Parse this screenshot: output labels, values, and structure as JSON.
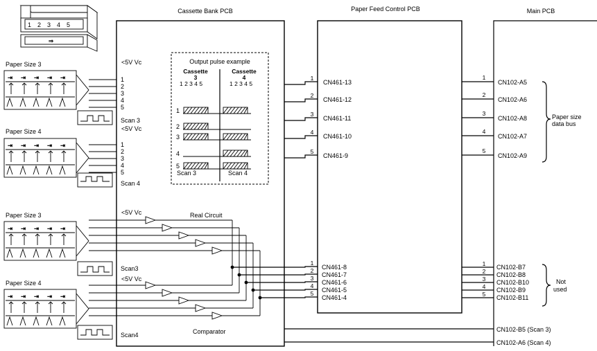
{
  "pcb_titles": {
    "cassette_bank": "Cassette Bank PCB",
    "paper_feed": "Paper Feed Control PCB",
    "main": "Main PCB"
  },
  "cassette_icon": {
    "digits": [
      "1",
      "2",
      "3",
      "4",
      "5"
    ]
  },
  "labels": {
    "five_v": "5V Vc",
    "paper_size_3": "Paper Size 3",
    "paper_size_4": "Paper Size 4",
    "scan3": "Scan 3",
    "scan4": "Scan 4",
    "scan3_lower": "Scan3",
    "scan4_lower": "Scan4",
    "real_circuit": "Real Circuit",
    "comparator": "Comparator",
    "paper_size_bus_l1": "Paper size",
    "paper_size_bus_l2": "data bus",
    "not_used_l1": "Not",
    "not_used_l2": "used"
  },
  "inset": {
    "title": "Output pulse example",
    "cassette_left": "Cassette",
    "cassette_left_num": "3",
    "cassette_right": "Cassette",
    "cassette_right_num": "4",
    "cols_left": "1 2 3 4 5",
    "cols_right": "1 2 3 4 5",
    "scan3": "Scan 3",
    "scan4": "Scan 4",
    "row_labels": [
      "1",
      "2",
      "3",
      "4",
      "5"
    ]
  },
  "switch_labels": [
    "1",
    "2",
    "3",
    "4",
    "5"
  ],
  "paper_feed_upper": [
    "CN461-13",
    "CN461-12",
    "CN461-11",
    "CN461-10",
    "CN461-9"
  ],
  "paper_feed_lower": [
    "CN461-8",
    "CN461-7",
    "CN461-6",
    "CN461-5",
    "CN461-4"
  ],
  "main_upper": [
    "CN102-A5",
    "CN102-A6",
    "CN102-A8",
    "CN102-A7",
    "CN102-A9"
  ],
  "main_lower": [
    "CN102-B7",
    "CN102-B8",
    "CN102-B10",
    "CN102-B9",
    "CN102-B11"
  ],
  "main_scan": [
    "CN102-B5 (Scan 3)",
    "CN102-A6 (Scan 4)"
  ],
  "wire_numbers": [
    "1",
    "2",
    "3",
    "4",
    "5"
  ]
}
